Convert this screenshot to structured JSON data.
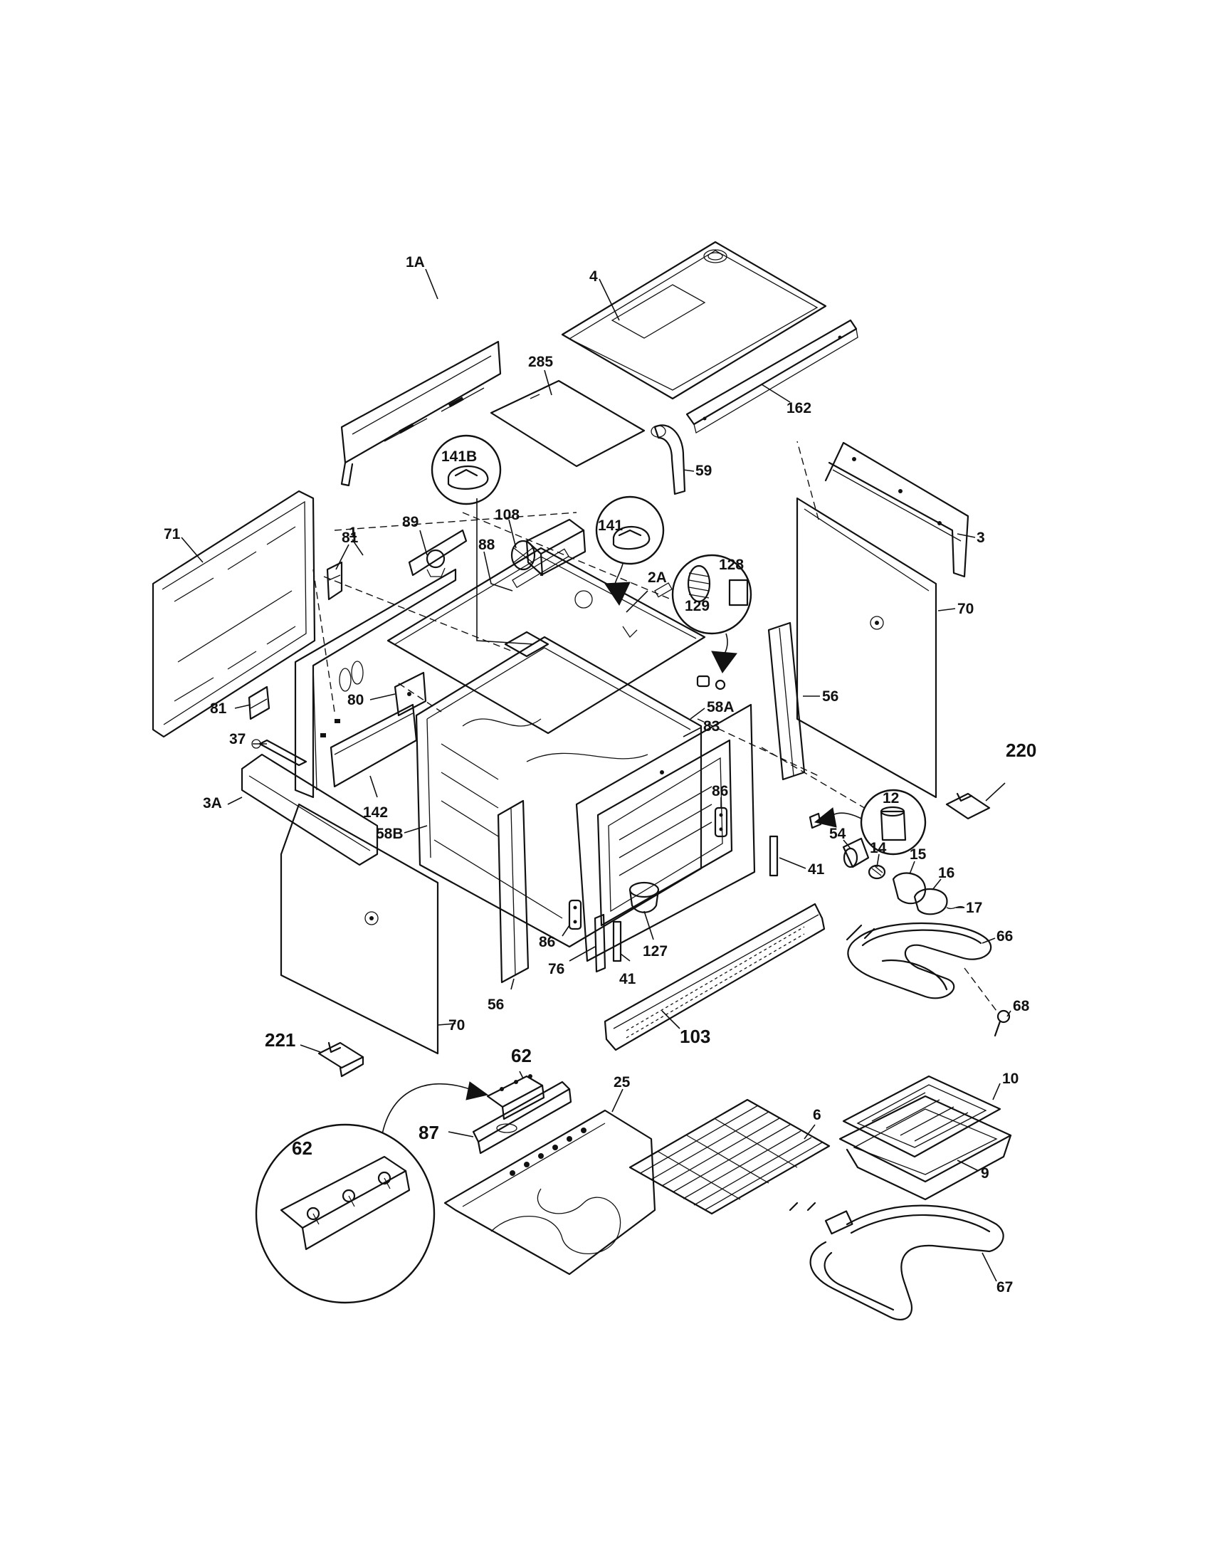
{
  "labels": [
    {
      "id": "4",
      "text": "4"
    },
    {
      "id": "1A",
      "text": "1A"
    },
    {
      "id": "285",
      "text": "285"
    },
    {
      "id": "162",
      "text": "162"
    },
    {
      "id": "141B",
      "text": "141B"
    },
    {
      "id": "59",
      "text": "59"
    },
    {
      "id": "3",
      "text": "3"
    },
    {
      "id": "71",
      "text": "71"
    },
    {
      "id": "81a",
      "text": "81"
    },
    {
      "id": "89",
      "text": "89"
    },
    {
      "id": "108",
      "text": "108"
    },
    {
      "id": "141",
      "text": "141"
    },
    {
      "id": "88",
      "text": "88"
    },
    {
      "id": "2A",
      "text": "2A"
    },
    {
      "id": "128",
      "text": "128"
    },
    {
      "id": "129",
      "text": "129"
    },
    {
      "id": "70a",
      "text": "70"
    },
    {
      "id": "1",
      "text": "1"
    },
    {
      "id": "81b",
      "text": "81"
    },
    {
      "id": "80",
      "text": "80"
    },
    {
      "id": "58A",
      "text": "58A"
    },
    {
      "id": "83",
      "text": "83"
    },
    {
      "id": "56a",
      "text": "56"
    },
    {
      "id": "37",
      "text": "37"
    },
    {
      "id": "220",
      "text": "220"
    },
    {
      "id": "12",
      "text": "12"
    },
    {
      "id": "3A",
      "text": "3A"
    },
    {
      "id": "142",
      "text": "142"
    },
    {
      "id": "58B",
      "text": "58B"
    },
    {
      "id": "86a",
      "text": "86"
    },
    {
      "id": "54",
      "text": "54"
    },
    {
      "id": "14",
      "text": "14"
    },
    {
      "id": "15",
      "text": "15"
    },
    {
      "id": "16",
      "text": "16"
    },
    {
      "id": "41a",
      "text": "41"
    },
    {
      "id": "17",
      "text": "17"
    },
    {
      "id": "66",
      "text": "66"
    },
    {
      "id": "86b",
      "text": "86"
    },
    {
      "id": "127",
      "text": "127"
    },
    {
      "id": "76",
      "text": "76"
    },
    {
      "id": "41b",
      "text": "41"
    },
    {
      "id": "56b",
      "text": "56"
    },
    {
      "id": "68",
      "text": "68"
    },
    {
      "id": "70b",
      "text": "70"
    },
    {
      "id": "103",
      "text": "103"
    },
    {
      "id": "221",
      "text": "221"
    },
    {
      "id": "62a",
      "text": "62"
    },
    {
      "id": "25",
      "text": "25"
    },
    {
      "id": "10",
      "text": "10"
    },
    {
      "id": "87",
      "text": "87"
    },
    {
      "id": "6",
      "text": "6"
    },
    {
      "id": "62b",
      "text": "62"
    },
    {
      "id": "9",
      "text": "9"
    },
    {
      "id": "67",
      "text": "67"
    }
  ]
}
